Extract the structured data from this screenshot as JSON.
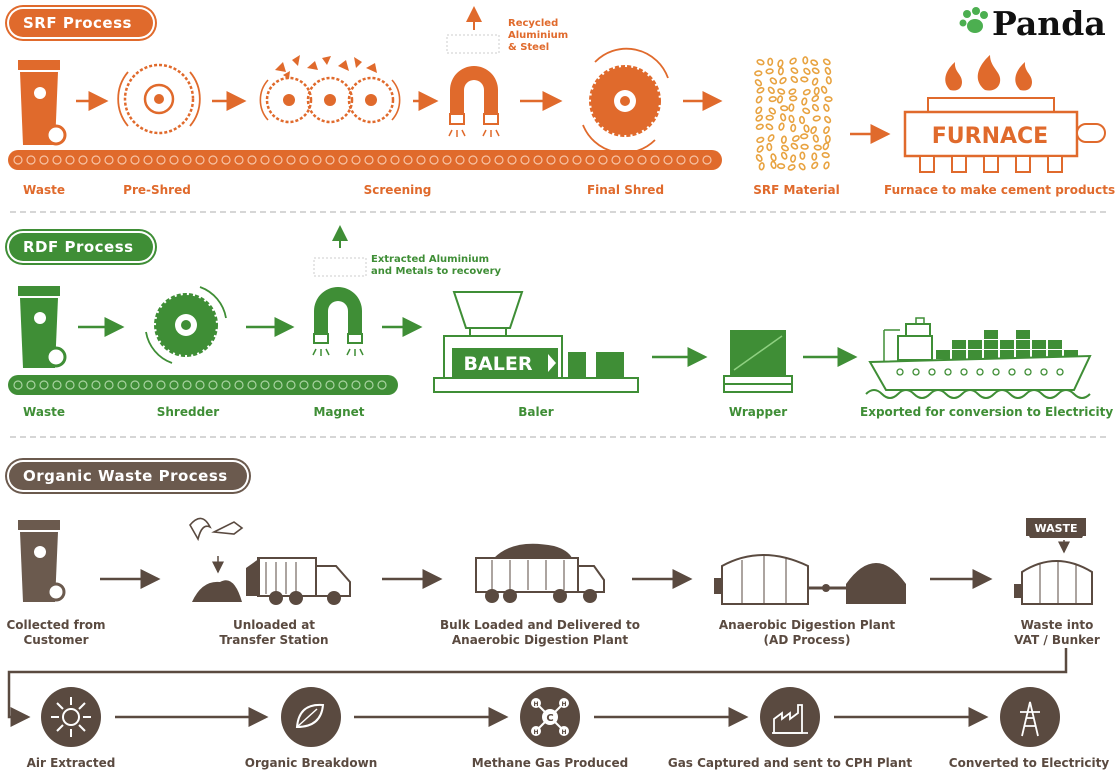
{
  "logo": {
    "text": "Panda",
    "icon": "paw-icon"
  },
  "srf": {
    "title": "SRF Process",
    "steps": [
      "Waste",
      "Pre-Shred",
      "Screening",
      "Final Shred",
      "SRF Material",
      "Furnace to make cement products"
    ],
    "recycled_note_1": "Recycled",
    "recycled_note_2": "Aluminium",
    "recycled_note_3": "& Steel",
    "furnace_label": "FURNACE"
  },
  "rdf": {
    "title": "RDF Process",
    "steps": [
      "Waste",
      "Shredder",
      "Magnet",
      "Baler",
      "Wrapper",
      "Exported for conversion to Electricity"
    ],
    "extracted_note_1": "Extracted Aluminium",
    "extracted_note_2": "and Metals to recovery",
    "baler_label": "BALER"
  },
  "organic": {
    "title": "Organic Waste Process",
    "row1": [
      {
        "line1": "Collected from",
        "line2": "Customer"
      },
      {
        "line1": "Unloaded at",
        "line2": "Transfer Station"
      },
      {
        "line1": "Bulk Loaded and Delivered to",
        "line2": "Anaerobic Digestion Plant"
      },
      {
        "line1": "Anaerobic Digestion Plant",
        "line2": "(AD Process)"
      },
      {
        "line1": "Waste into",
        "line2": "VAT / Bunker"
      }
    ],
    "waste_sign": "WASTE",
    "row2": [
      "Air Extracted",
      "Organic Breakdown",
      "Methane Gas Produced",
      "Gas Captured and sent to CPH Plant",
      "Converted to Electricity"
    ],
    "methane_symbol": "C",
    "hydrogen_symbol": "H"
  },
  "colors": {
    "srf": "#e06a2c",
    "rdf": "#3f8e36",
    "organic": "#6b5a4e",
    "divider": "#c8c8c8"
  }
}
